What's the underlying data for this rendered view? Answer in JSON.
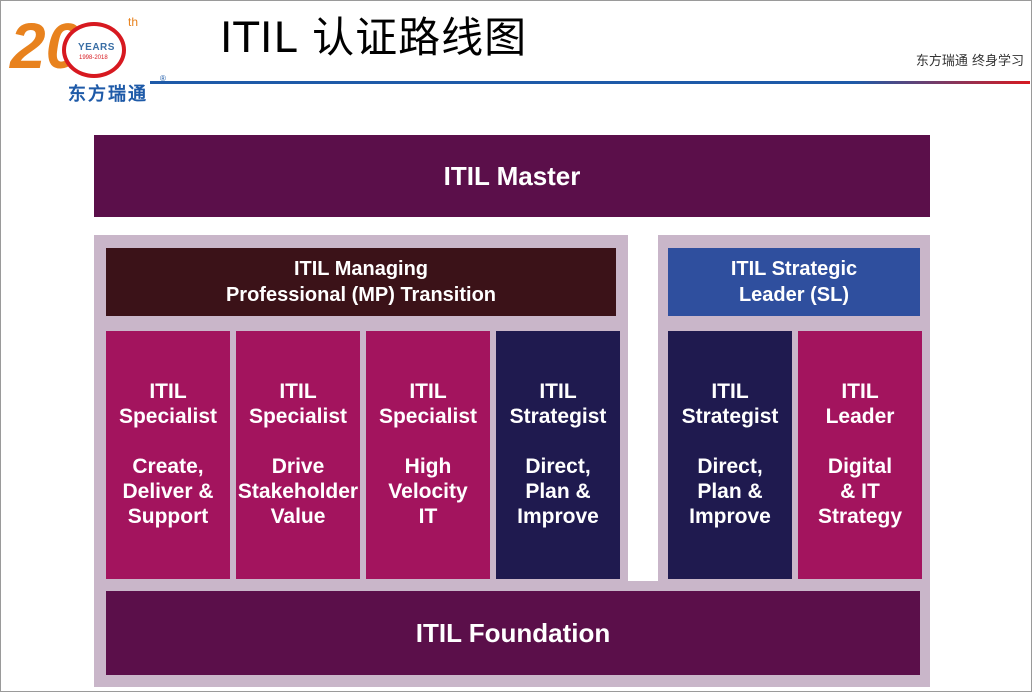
{
  "header": {
    "title": "ITIL 认证路线图",
    "slogan": "东方瑞通  终身学习",
    "logo": {
      "number": "20",
      "superscript": "th",
      "years": "YEARS",
      "range": "1998-2018",
      "name": "东方瑞通",
      "reg": "®"
    }
  },
  "diagram": {
    "master": "ITIL Master",
    "managing_professional": "ITIL Managing\nProfessional (MP) Transition",
    "strategic_leader": "ITIL Strategic\nLeader (SL)",
    "modules": [
      {
        "label": "ITIL\nSpecialist\n\nCreate,\nDeliver &\nSupport",
        "color": "#a3145e"
      },
      {
        "label": "ITIL\nSpecialist\n\nDrive\nStakeholder\nValue",
        "color": "#a3145e"
      },
      {
        "label": "ITIL\nSpecialist\n\nHigh\nVelocity\nIT",
        "color": "#a3145e"
      },
      {
        "label": "ITIL\nStrategist\n\nDirect,\nPlan &\nImprove",
        "color": "#1f1a4f"
      },
      {
        "label": "ITIL\nStrategist\n\nDirect,\nPlan &\nImprove",
        "color": "#1f1a4f"
      },
      {
        "label": "ITIL\nLeader\n\nDigital\n& IT\nStrategy",
        "color": "#a3145e"
      }
    ],
    "foundation": "ITIL Foundation"
  },
  "colors": {
    "master": "#5b0f4a",
    "managing_professional": "#3b1218",
    "strategic_leader": "#2f4f9e",
    "band": "#c9b6c9"
  }
}
